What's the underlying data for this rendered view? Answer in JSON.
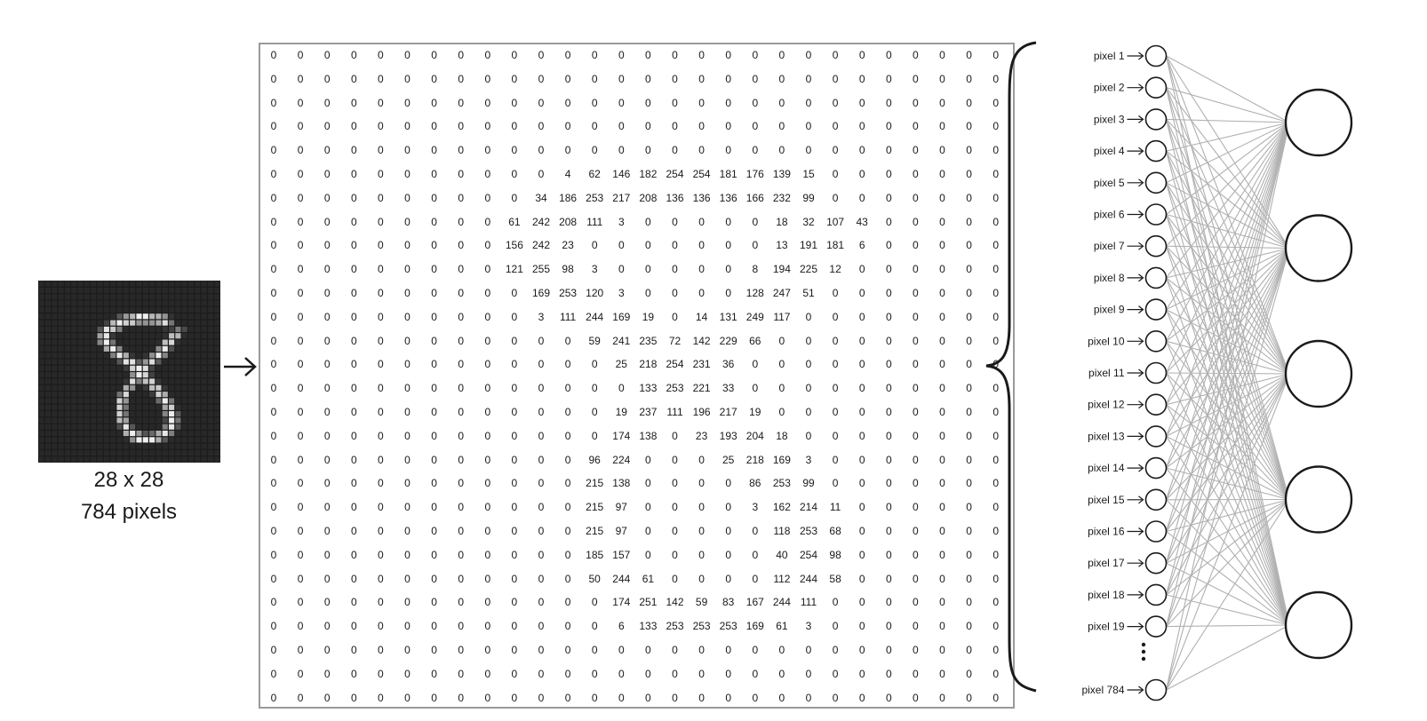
{
  "caption": {
    "dimensions": "28 x 28",
    "pixel_count": "784 pixels"
  },
  "input_labels": [
    "pixel 1",
    "pixel 2",
    "pixel 3",
    "pixel 4",
    "pixel 5",
    "pixel 6",
    "pixel 7",
    "pixel 8",
    "pixel 9",
    "pixel 10",
    "pixel 11",
    "pixel 12",
    "pixel 13",
    "pixel 14",
    "pixel 15",
    "pixel 16",
    "pixel 17",
    "pixel 18",
    "pixel 19",
    "pixel 784"
  ],
  "hidden_neuron_count": 5,
  "pixel_matrix": [
    [
      0,
      0,
      0,
      0,
      0,
      0,
      0,
      0,
      0,
      0,
      0,
      0,
      0,
      0,
      0,
      0,
      0,
      0,
      0,
      0,
      0,
      0,
      0,
      0,
      0,
      0,
      0,
      0
    ],
    [
      0,
      0,
      0,
      0,
      0,
      0,
      0,
      0,
      0,
      0,
      0,
      0,
      0,
      0,
      0,
      0,
      0,
      0,
      0,
      0,
      0,
      0,
      0,
      0,
      0,
      0,
      0,
      0
    ],
    [
      0,
      0,
      0,
      0,
      0,
      0,
      0,
      0,
      0,
      0,
      0,
      0,
      0,
      0,
      0,
      0,
      0,
      0,
      0,
      0,
      0,
      0,
      0,
      0,
      0,
      0,
      0,
      0
    ],
    [
      0,
      0,
      0,
      0,
      0,
      0,
      0,
      0,
      0,
      0,
      0,
      0,
      0,
      0,
      0,
      0,
      0,
      0,
      0,
      0,
      0,
      0,
      0,
      0,
      0,
      0,
      0,
      0
    ],
    [
      0,
      0,
      0,
      0,
      0,
      0,
      0,
      0,
      0,
      0,
      0,
      0,
      0,
      0,
      0,
      0,
      0,
      0,
      0,
      0,
      0,
      0,
      0,
      0,
      0,
      0,
      0,
      0
    ],
    [
      0,
      0,
      0,
      0,
      0,
      0,
      0,
      0,
      0,
      0,
      0,
      4,
      62,
      146,
      182,
      254,
      254,
      181,
      176,
      139,
      15,
      0,
      0,
      0,
      0,
      0,
      0,
      0
    ],
    [
      0,
      0,
      0,
      0,
      0,
      0,
      0,
      0,
      0,
      0,
      34,
      186,
      253,
      217,
      208,
      136,
      136,
      136,
      166,
      232,
      99,
      0,
      0,
      0,
      0,
      0,
      0,
      0
    ],
    [
      0,
      0,
      0,
      0,
      0,
      0,
      0,
      0,
      0,
      61,
      242,
      208,
      111,
      3,
      0,
      0,
      0,
      0,
      0,
      18,
      32,
      107,
      43,
      0,
      0,
      0,
      0,
      0
    ],
    [
      0,
      0,
      0,
      0,
      0,
      0,
      0,
      0,
      0,
      156,
      242,
      23,
      0,
      0,
      0,
      0,
      0,
      0,
      0,
      13,
      191,
      181,
      6,
      0,
      0,
      0,
      0,
      0
    ],
    [
      0,
      0,
      0,
      0,
      0,
      0,
      0,
      0,
      0,
      121,
      255,
      98,
      3,
      0,
      0,
      0,
      0,
      0,
      8,
      194,
      225,
      12,
      0,
      0,
      0,
      0,
      0,
      0
    ],
    [
      0,
      0,
      0,
      0,
      0,
      0,
      0,
      0,
      0,
      0,
      169,
      253,
      120,
      3,
      0,
      0,
      0,
      0,
      128,
      247,
      51,
      0,
      0,
      0,
      0,
      0,
      0,
      0
    ],
    [
      0,
      0,
      0,
      0,
      0,
      0,
      0,
      0,
      0,
      0,
      3,
      111,
      244,
      169,
      19,
      0,
      14,
      131,
      249,
      117,
      0,
      0,
      0,
      0,
      0,
      0,
      0,
      0
    ],
    [
      0,
      0,
      0,
      0,
      0,
      0,
      0,
      0,
      0,
      0,
      0,
      0,
      59,
      241,
      235,
      72,
      142,
      229,
      66,
      0,
      0,
      0,
      0,
      0,
      0,
      0,
      0,
      0
    ],
    [
      0,
      0,
      0,
      0,
      0,
      0,
      0,
      0,
      0,
      0,
      0,
      0,
      0,
      25,
      218,
      254,
      231,
      36,
      0,
      0,
      0,
      0,
      0,
      0,
      0,
      0,
      0,
      0
    ],
    [
      0,
      0,
      0,
      0,
      0,
      0,
      0,
      0,
      0,
      0,
      0,
      0,
      0,
      0,
      133,
      253,
      221,
      33,
      0,
      0,
      0,
      0,
      0,
      0,
      0,
      0,
      0,
      0
    ],
    [
      0,
      0,
      0,
      0,
      0,
      0,
      0,
      0,
      0,
      0,
      0,
      0,
      0,
      19,
      237,
      111,
      196,
      217,
      19,
      0,
      0,
      0,
      0,
      0,
      0,
      0,
      0,
      0
    ],
    [
      0,
      0,
      0,
      0,
      0,
      0,
      0,
      0,
      0,
      0,
      0,
      0,
      0,
      174,
      138,
      0,
      23,
      193,
      204,
      18,
      0,
      0,
      0,
      0,
      0,
      0,
      0,
      0
    ],
    [
      0,
      0,
      0,
      0,
      0,
      0,
      0,
      0,
      0,
      0,
      0,
      0,
      96,
      224,
      0,
      0,
      0,
      25,
      218,
      169,
      3,
      0,
      0,
      0,
      0,
      0,
      0,
      0
    ],
    [
      0,
      0,
      0,
      0,
      0,
      0,
      0,
      0,
      0,
      0,
      0,
      0,
      215,
      138,
      0,
      0,
      0,
      0,
      86,
      253,
      99,
      0,
      0,
      0,
      0,
      0,
      0,
      0
    ],
    [
      0,
      0,
      0,
      0,
      0,
      0,
      0,
      0,
      0,
      0,
      0,
      0,
      215,
      97,
      0,
      0,
      0,
      0,
      3,
      162,
      214,
      11,
      0,
      0,
      0,
      0,
      0,
      0
    ],
    [
      0,
      0,
      0,
      0,
      0,
      0,
      0,
      0,
      0,
      0,
      0,
      0,
      215,
      97,
      0,
      0,
      0,
      0,
      0,
      118,
      253,
      68,
      0,
      0,
      0,
      0,
      0,
      0
    ],
    [
      0,
      0,
      0,
      0,
      0,
      0,
      0,
      0,
      0,
      0,
      0,
      0,
      185,
      157,
      0,
      0,
      0,
      0,
      0,
      40,
      254,
      98,
      0,
      0,
      0,
      0,
      0,
      0
    ],
    [
      0,
      0,
      0,
      0,
      0,
      0,
      0,
      0,
      0,
      0,
      0,
      0,
      50,
      244,
      61,
      0,
      0,
      0,
      0,
      112,
      244,
      58,
      0,
      0,
      0,
      0,
      0,
      0
    ],
    [
      0,
      0,
      0,
      0,
      0,
      0,
      0,
      0,
      0,
      0,
      0,
      0,
      0,
      174,
      251,
      142,
      59,
      83,
      167,
      244,
      111,
      0,
      0,
      0,
      0,
      0,
      0,
      0
    ],
    [
      0,
      0,
      0,
      0,
      0,
      0,
      0,
      0,
      0,
      0,
      0,
      0,
      0,
      6,
      133,
      253,
      253,
      253,
      169,
      61,
      3,
      0,
      0,
      0,
      0,
      0,
      0,
      0
    ],
    [
      0,
      0,
      0,
      0,
      0,
      0,
      0,
      0,
      0,
      0,
      0,
      0,
      0,
      0,
      0,
      0,
      0,
      0,
      0,
      0,
      0,
      0,
      0,
      0,
      0,
      0,
      0,
      0
    ],
    [
      0,
      0,
      0,
      0,
      0,
      0,
      0,
      0,
      0,
      0,
      0,
      0,
      0,
      0,
      0,
      0,
      0,
      0,
      0,
      0,
      0,
      0,
      0,
      0,
      0,
      0,
      0,
      0
    ],
    [
      0,
      0,
      0,
      0,
      0,
      0,
      0,
      0,
      0,
      0,
      0,
      0,
      0,
      0,
      0,
      0,
      0,
      0,
      0,
      0,
      0,
      0,
      0,
      0,
      0,
      0,
      0,
      0
    ]
  ]
}
